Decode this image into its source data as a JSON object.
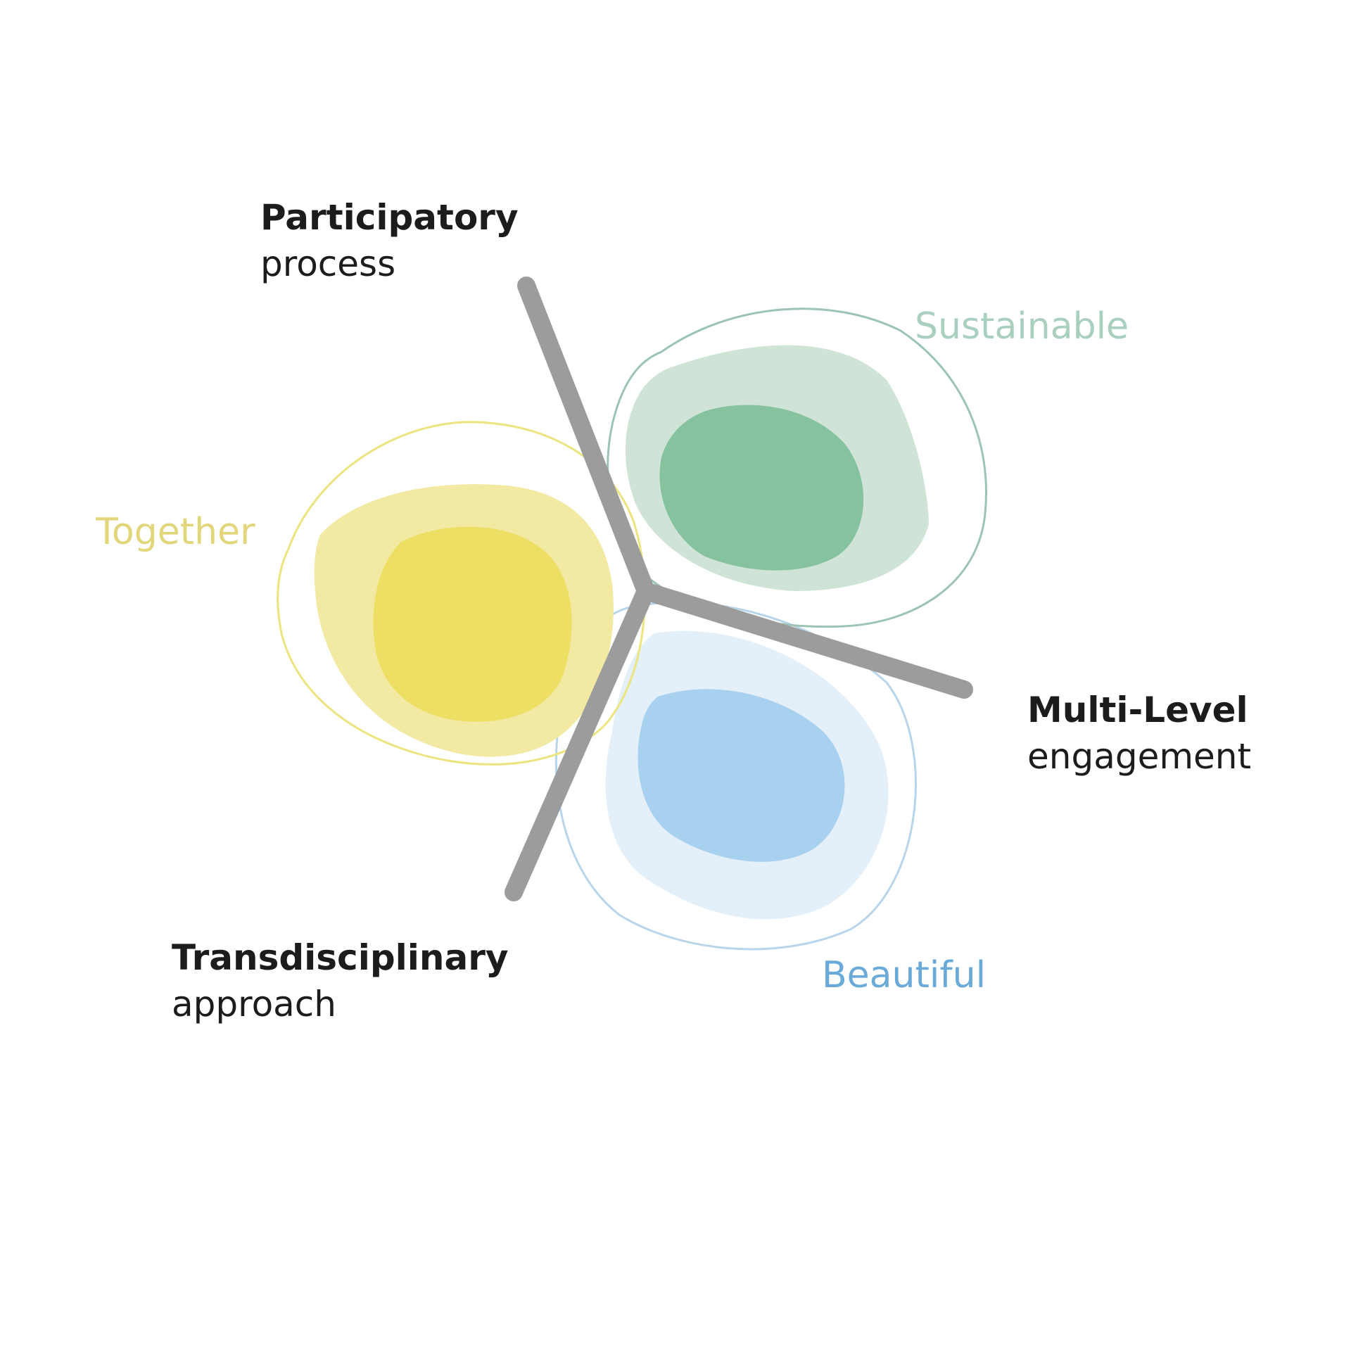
{
  "axes": {
    "participatory": {
      "line1": "Participatory",
      "line2": "process"
    },
    "multilevel": {
      "line1": "Multi-Level",
      "line2": "engagement"
    },
    "transdisciplinary": {
      "line1": "Transdisciplinary",
      "line2": "approach"
    }
  },
  "values": {
    "together": {
      "label": "Together",
      "color": "#e7d44a"
    },
    "sustainable": {
      "label": "Sustainable",
      "color": "#7fb895"
    },
    "beautiful": {
      "label": "Beautiful",
      "color": "#7ab8e0"
    }
  },
  "colors": {
    "divider": "#9c9c9c",
    "axis_text": "#1c1c1c"
  }
}
